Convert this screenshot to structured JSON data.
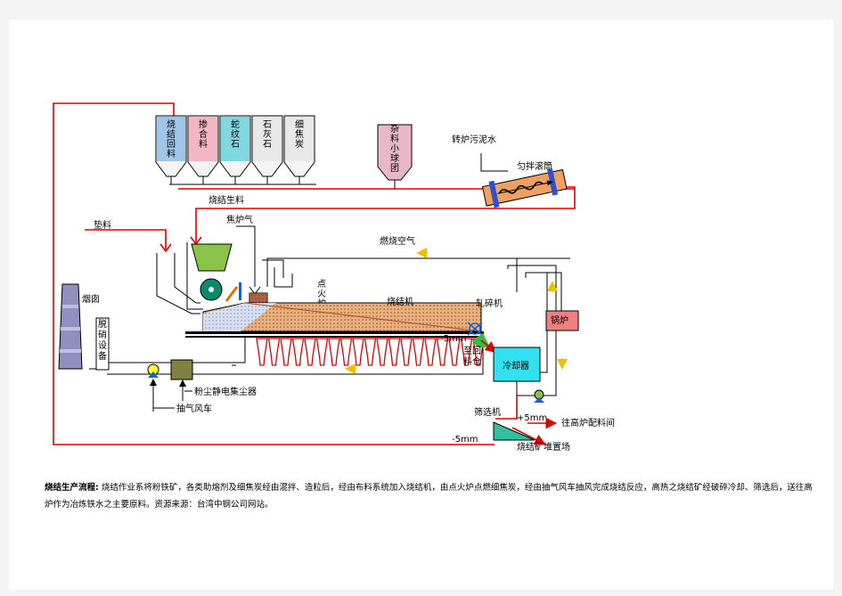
{
  "diagram": {
    "bins": [
      "烧结回料",
      "掺合料",
      "蛇纹石",
      "石灰石",
      "细焦炭"
    ],
    "bin_colors": [
      "#9fc5e8",
      "#f4b6c2",
      "#7fd8e0",
      "#e8e8e8",
      "#e8e8e8"
    ],
    "misc_bin": "杂料小球团",
    "sludge": "转炉污泥水",
    "mixer": "匀拌滚筒",
    "raw_feed": "烧结生料",
    "bedding": "垫料",
    "coke_gas": "焦炉气",
    "combustion_air": "燃烧空气",
    "ignition": "点火炉",
    "sinter_machine": "烧结机",
    "chimney": "烟囱",
    "denitrification": "脱硝设备",
    "crusher": "轧碎机",
    "boiler": "锅炉",
    "return_bin_size": "-5mm",
    "return_bin": "至回料仓",
    "cooler": "冷却器",
    "exhaust_fan": "抽气风车",
    "esp": "粉尘静电集尘器",
    "screen": "筛选机",
    "plus5": "+5mm",
    "to_bf": "往高炉配料间",
    "minus5": "-5mm",
    "stockyard": "烧结矿堆置场"
  },
  "caption": {
    "lead": "烧结生产流程:",
    "text": "烧结作业系将粉铁矿，各类助熔剂及细焦炭经由混拌、造粒后，经由布料系统加入烧结机，由点火炉点燃细焦炭，经由抽气风车抽风完成烧结反应，高热之烧结矿经破碎冷却、筛选后，送往高炉作为冶炼铁水之主要原料。资源来源：台湾中钢公司网站。"
  },
  "colors": {
    "flow_red": "#e00000",
    "sinter_bed": "#e0a070",
    "cooler": "#33e0f0",
    "boiler": "#f08080",
    "esp": "#808040",
    "hopper": "#8bc34a"
  }
}
